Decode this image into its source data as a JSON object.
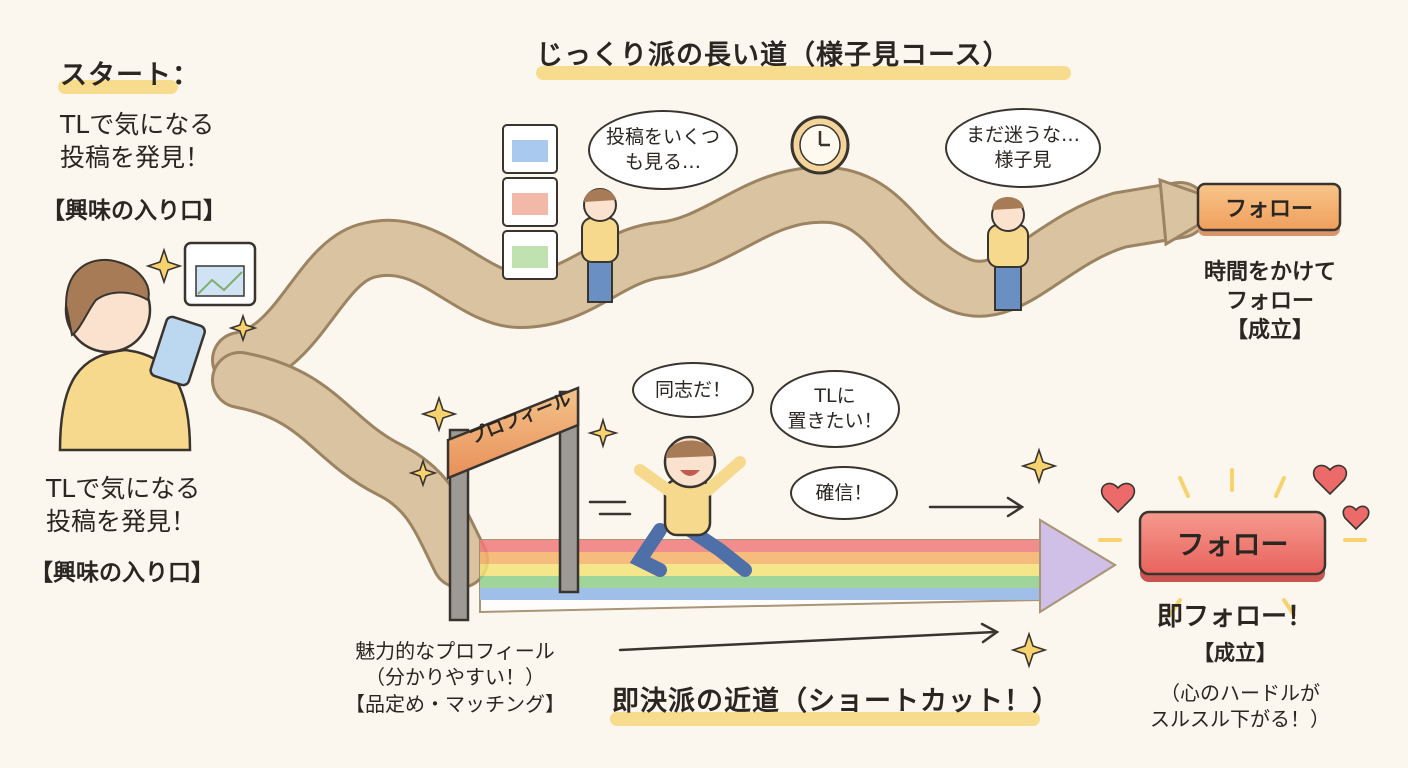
{
  "start": {
    "title": "スタート：",
    "line1": "TLで気になる\n投稿を発見！",
    "line2": "【興味の入り口】"
  },
  "start_repeat": {
    "line1": "TLで気になる\n投稿を発見！",
    "line2": "【興味の入り口】"
  },
  "slow_path": {
    "title": "じっくり派の長い道（様子見コース）",
    "bubble_posts": "投稿をいくつ\nも見る…",
    "bubble_wait": "まだ迷うな…\n様子見",
    "follow_button": "フォロー",
    "result": "時間をかけて\nフォロー\n【成立】"
  },
  "fast_path": {
    "title": "即決派の近道（ショートカット！）",
    "gate_label": "プロフィール",
    "bubble_comrade": "同志だ！",
    "bubble_tl": "TLに\n置きたい！",
    "bubble_conviction": "確信！",
    "profile_caption": "魅力的なプロフィール\n（分かりやすい！）\n【品定め・マッチング】",
    "follow_button": "フォロー",
    "result_title": "即フォロー！",
    "result_status": "【成立】",
    "result_note": "（心のハードルが\nスルスル下がる！）"
  },
  "colors": {
    "road": "#d9c3a0",
    "road_edge": "#9c8462",
    "accent_yellow": "#f6d36e",
    "button_orange": "#f4b06d",
    "button_red": "#ef7a72",
    "heart": "#ec6a6a"
  }
}
